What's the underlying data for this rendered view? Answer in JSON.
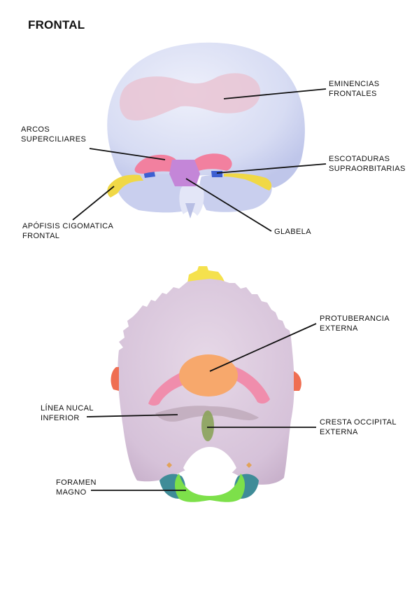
{
  "title": "FRONTAL",
  "colors": {
    "bone_frontal": "#dce0f6",
    "bone_occipital": "#ddcbdf",
    "eminencias": "#e9c4d4",
    "arcos": "#f2809f",
    "glabela": "#c486d8",
    "escotaduras": "#3d5fd1",
    "apofisis": "#f0d846",
    "protuberancia": "#f7a86c",
    "linea_nucal": "#f08dac",
    "cresta": "#8aa35a",
    "foramen": "#7de04a",
    "condyle": "#3f8c98",
    "orange_side": "#ef6e52",
    "yellow_top": "#f5e14d"
  },
  "frontal_labels": {
    "eminencias": [
      "EMINENCIAS",
      "FRONTALES"
    ],
    "arcos": [
      "ARCOS",
      "SUPERCILIARES"
    ],
    "escotaduras": [
      "ESCOTADURAS",
      "SUPRAORBITARIAS"
    ],
    "apofisis": [
      "APÓFISIS CIGOMATICA",
      "FRONTAL"
    ],
    "glabela": [
      "GLABELA"
    ]
  },
  "occipital_labels": {
    "protuberancia": [
      "PROTUBERANCIA",
      "EXTERNA"
    ],
    "linea_nucal": [
      "LÍNEA NUCAL",
      "INFERIOR"
    ],
    "cresta": [
      "CRESTA OCCIPITAL",
      "EXTERNA"
    ],
    "foramen": [
      "FORAMEN",
      "MAGNO"
    ]
  }
}
